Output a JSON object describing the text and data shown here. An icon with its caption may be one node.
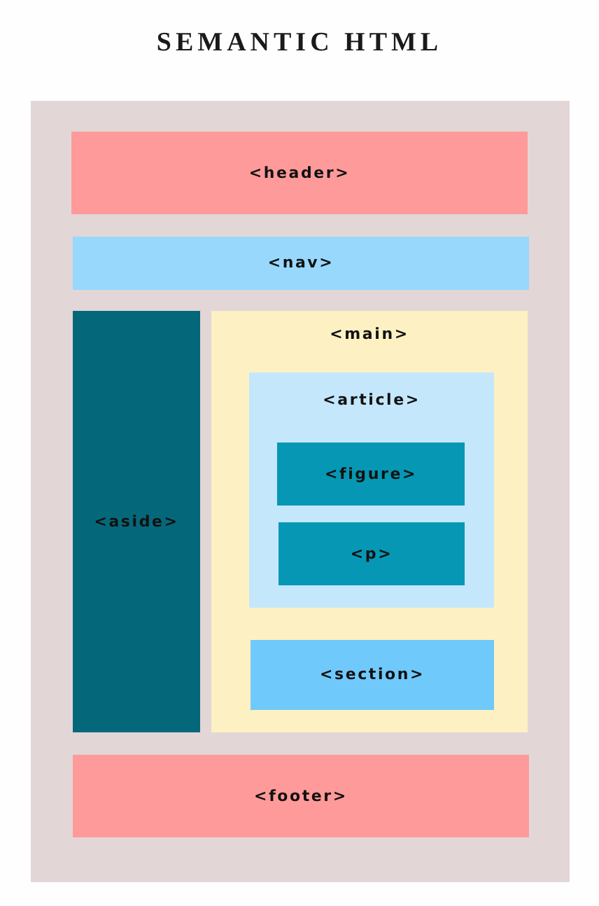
{
  "diagram": {
    "title": "SEMANTIC HTML",
    "nodes": [
      {
        "text": [],
        "shape": "box"
      },
      {
        "text": [
          "<header>"
        ],
        "in": 0
      },
      {
        "text": [
          "<nav>"
        ],
        "in": 0
      },
      {
        "text": [
          "<aside>"
        ],
        "in": 0
      },
      {
        "text": [
          "<main>"
        ],
        "in": 0
      },
      {
        "text": [
          "<article>"
        ],
        "in": 4
      },
      {
        "text": [
          "<figure>"
        ],
        "in": 5
      },
      {
        "text": [
          "<p>"
        ],
        "in": 5
      },
      {
        "text": [
          "<section>"
        ],
        "in": 4
      },
      {
        "text": [
          "<footer>"
        ],
        "in": 0
      }
    ]
  }
}
